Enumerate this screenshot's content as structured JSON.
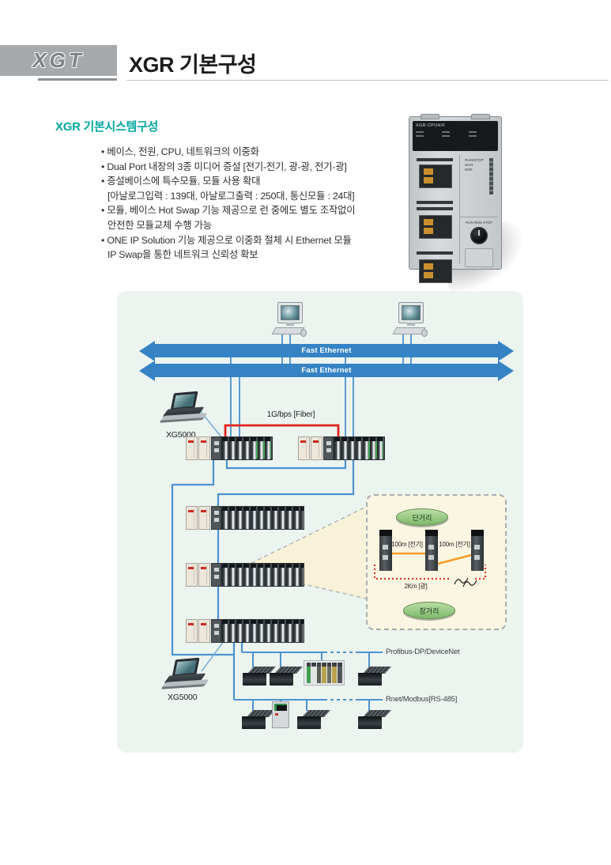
{
  "header": {
    "badge": "XGT",
    "title": "XGR 기본구성"
  },
  "intro": {
    "heading": "XGR 기본시스템구성",
    "bullets": [
      {
        "lines": [
          "베이스, 전원, CPU, 네트워크의 이중화"
        ]
      },
      {
        "lines": [
          "Dual Port 내장의 3종 미디어 증설 [전기-전기, 광-광, 전기-광]"
        ]
      },
      {
        "lines": [
          "증설베이스에 특수모듈, 모듈 사용 확대",
          "[아날로그입력 : 139대, 아날로그출력 : 250대, 통신모듈 : 24대]"
        ]
      },
      {
        "lines": [
          "모듈, 베이스 Hot Swap 기능 제공으로 런 중에도 별도 조작없이",
          "안전한 모듈교체 수행 가능"
        ]
      },
      {
        "lines": [
          "ONE IP Solution 기능 제공으로 이중화 절체 시 Ethernet 모듈",
          "IP Swap을 통한 네트워크 신뢰성 확보"
        ]
      }
    ]
  },
  "product": {
    "model": "XGR-CPUH/F",
    "status_labels": "RUN/STOP\nWAR\nERR",
    "knob_labels": "RUN REM STOP"
  },
  "diagram": {
    "buses": [
      "Fast Ethernet",
      "Fast Ethernet"
    ],
    "fiber_label": "1G/bps [Fiber]",
    "laptop1_label": "XG5000",
    "laptop2_label": "XG5000",
    "profibus_label": "Profibus-DP/DeviceNet",
    "rnet_label": "Rnet/Modbus[RS-485]",
    "inset": {
      "short_distance": "단거리",
      "long_distance": "장거리",
      "electric1": "100m [전기]",
      "electric2": "100m [전기]",
      "optical": "2Km [광]"
    }
  },
  "colors": {
    "accent_teal": "#00a79e",
    "network_blue": "#3583c4",
    "fiber_red": "#e1251b",
    "electric_orange": "#f59d2a",
    "distance_green": "#7db86a",
    "panel_bg": "#ecf4f0",
    "inset_bg": "#fbf6e1"
  }
}
